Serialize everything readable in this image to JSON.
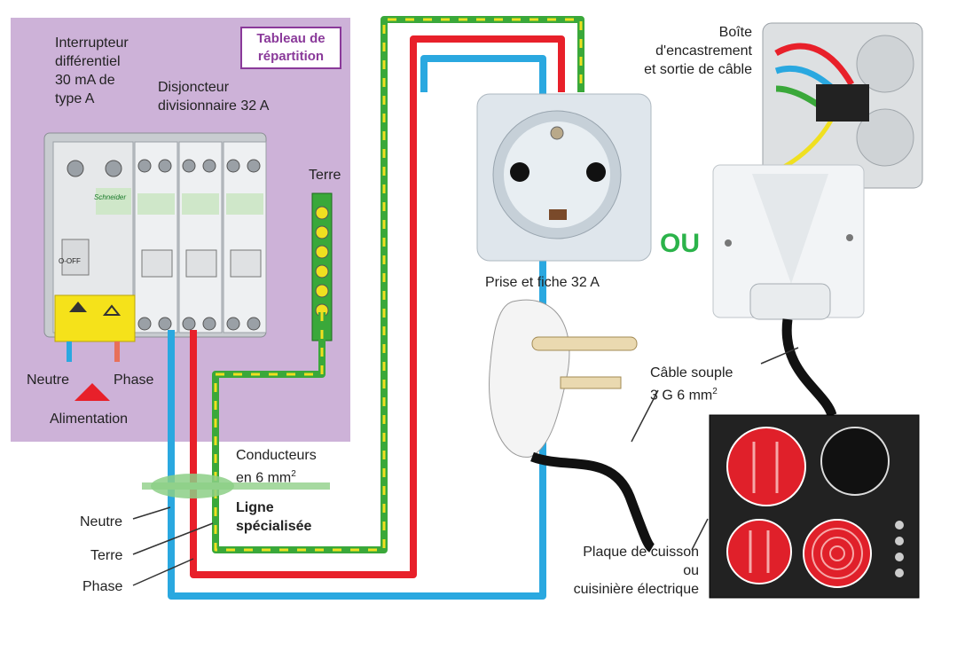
{
  "panel": {
    "title_line1": "Tableau de",
    "title_line2": "répartition",
    "rcd_label": [
      "Interrupteur",
      "différentiel",
      "30 mA de",
      "type A"
    ],
    "breaker_label": [
      "Disjoncteur",
      "divisionnaire 32 A"
    ],
    "earth_bar_label": "Terre",
    "neutral_label": "Neutre",
    "phase_label": "Phase",
    "supply_label": "Alimentation",
    "breaker_off_text": "O-OFF",
    "brand": "Schneider"
  },
  "socket": {
    "caption": "Prise et fiche 32 A"
  },
  "alternative_label": "OU",
  "junction_box": {
    "label": [
      "Boîte",
      "d'encastrement",
      "et sortie de câble"
    ]
  },
  "cable": {
    "label_line1": "Câble souple",
    "label_line2": "3 G 6 mm",
    "label_sup": "2"
  },
  "conductors": {
    "label_line1": "Conducteurs",
    "label_line2": "en 6 mm",
    "label_sup": "2",
    "line_label_1": "Ligne",
    "line_label_2": "spécialisée",
    "legend": [
      "Neutre",
      "Terre",
      "Phase"
    ]
  },
  "appliance": {
    "label": [
      "Plaque de cuisson",
      "ou",
      "cuisinière électrique"
    ]
  },
  "colors": {
    "panel_bg": "#cdb2d8",
    "title_border": "#8a3a9a",
    "neutral_wire": "#2aa8e0",
    "phase_wire": "#e8202a",
    "earth_wire_green": "#3aa83a",
    "earth_wire_yellow": "#f0e020",
    "ou_green": "#2bb34a",
    "hob_black": "#222222",
    "hob_red": "#e0202a"
  }
}
